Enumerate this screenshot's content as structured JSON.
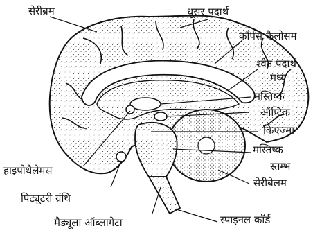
{
  "labels": {
    "cerebrum": "सेरीब्रम",
    "grey_matter": "धूसर पदार्थ",
    "corpus_callosum": "कॉर्पस कैलोसम",
    "white_matter_line1": "श्वेत पदार्थ",
    "white_matter_line2": "मध्य",
    "midbrain": "मस्तिष्क",
    "optic_chiasma_line1": "ऑप्टिक",
    "optic_chiasma_line2": "किएज्मा",
    "brainstem_line1": "मस्तिष्क",
    "brainstem_line2": "स्तम्भ",
    "cerebellum": "सेरीबेलम",
    "hypothalamus": "हाइपोथैलेमस",
    "pituitary": "पिट्यूटरी ग्रंथि",
    "medulla": "मैड्यूला ऑब्लागेटा",
    "spinal_cord": "स्पाइनल कॉर्ड"
  }
}
